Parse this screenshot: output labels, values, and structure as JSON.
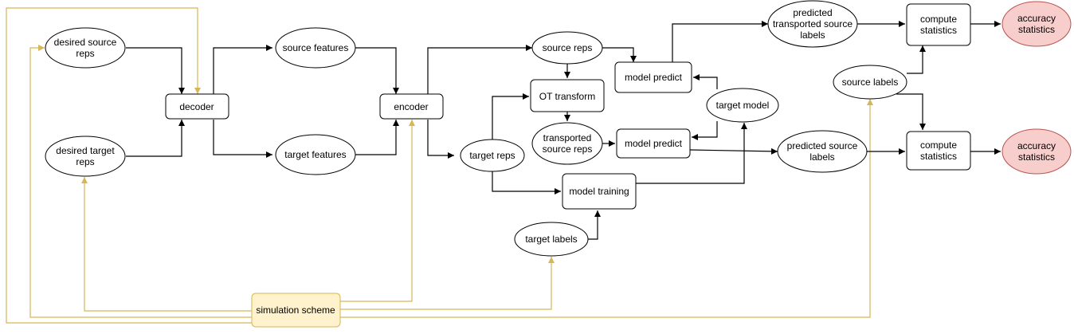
{
  "nodes": {
    "desired_source_reps": [
      "desired source",
      "reps"
    ],
    "desired_target_reps": [
      "desired target",
      "reps"
    ],
    "decoder": [
      "decoder"
    ],
    "source_features": [
      "source features"
    ],
    "target_features": [
      "target features"
    ],
    "encoder": [
      "encoder"
    ],
    "source_reps": [
      "source reps"
    ],
    "target_reps": [
      "target reps"
    ],
    "ot_transform": [
      "OT transform"
    ],
    "transported_source_reps": [
      "transported",
      "source reps"
    ],
    "model_predict_top": [
      "model predict"
    ],
    "model_predict_mid": [
      "model predict"
    ],
    "target_model": [
      "target model"
    ],
    "model_training": [
      "model training"
    ],
    "target_labels": [
      "target labels"
    ],
    "predicted_transported_source_labels": [
      "predicted",
      "transported source",
      "labels"
    ],
    "predicted_source_labels": [
      "predicted source",
      "labels"
    ],
    "source_labels": [
      "source labels"
    ],
    "compute_statistics_top": [
      "compute",
      "statistics"
    ],
    "compute_statistics_bottom": [
      "compute",
      "statistics"
    ],
    "accuracy_statistics_top": [
      "accuracy",
      "statistics"
    ],
    "accuracy_statistics_bottom": [
      "accuracy",
      "statistics"
    ],
    "simulation_scheme": [
      "simulation scheme"
    ]
  },
  "colors": {
    "edge": "#000000",
    "simulation_edge": "#d6b656",
    "simulation_fill": "#fff2cc",
    "accuracy_fill": "#f8cecc",
    "accuracy_stroke": "#b85450"
  }
}
